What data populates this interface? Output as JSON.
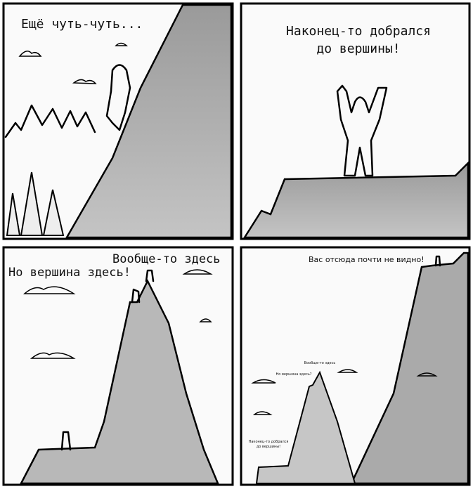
{
  "panels": [
    {
      "caption": "Ещё чуть-чуть..."
    },
    {
      "caption_line1": "Наконец-то добрался",
      "caption_line2": "до вершины!"
    },
    {
      "caption_top": "Вообще-то здесь",
      "caption_left": "Но вершина здесь!"
    },
    {
      "caption_main": "Вас отсюда почти не видно!",
      "small_top": "Вообще-то здесь",
      "small_mid": "Но вершина здесь?",
      "small_low_line1": "Наконец-то добрался",
      "small_low_line2": "до вершины!"
    }
  ],
  "colors": {
    "mountain": "#b8b8b8",
    "mountain_dark": "#a4a4a4",
    "background": "#fafafa",
    "ink": "#000000"
  }
}
